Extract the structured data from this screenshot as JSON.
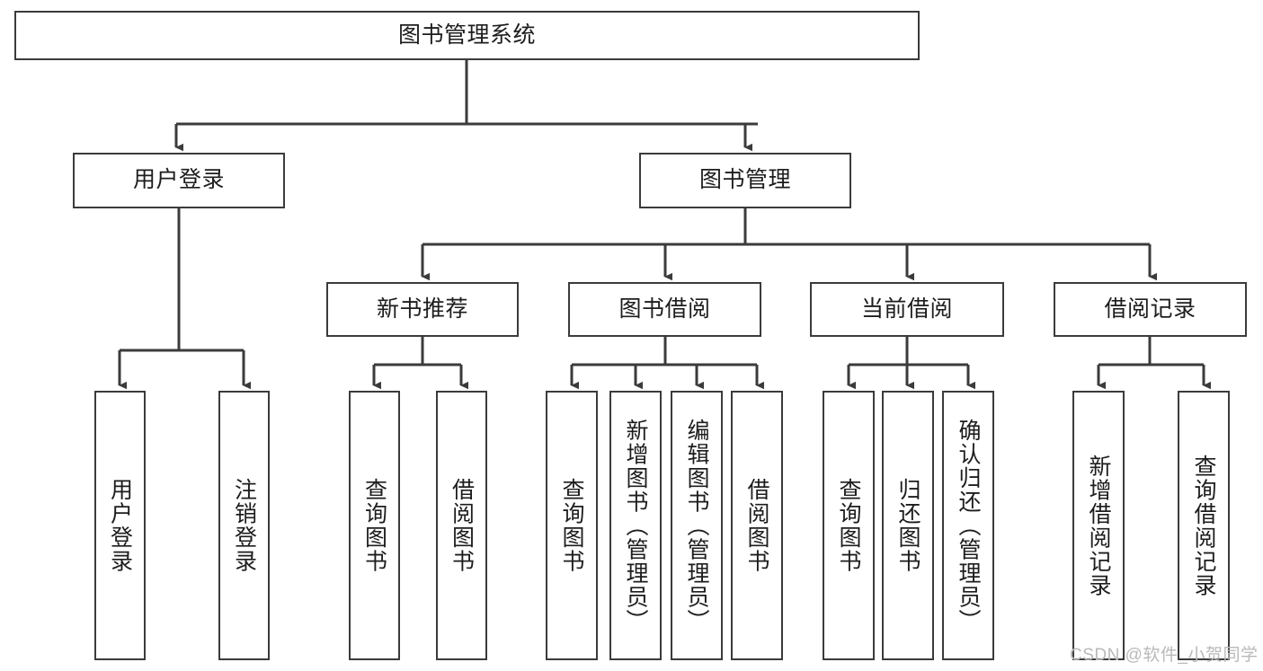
{
  "diagram": {
    "title": "图书管理系统",
    "type": "tree-hierarchy-chart",
    "line_color": "#3b3b3b",
    "box_fill": "#ffffff",
    "text_color": "#1d1d1d"
  },
  "nodes": {
    "root": {
      "label": "图书管理系统"
    },
    "level2": [
      {
        "label": "用户登录"
      },
      {
        "label": "图书管理"
      }
    ],
    "level3": [
      {
        "label": "新书推荐"
      },
      {
        "label": "图书借阅"
      },
      {
        "label": "当前借阅"
      },
      {
        "label": "借阅记录"
      }
    ],
    "leaves_user_login": [
      {
        "label": "用户登录"
      },
      {
        "label": "注销登录"
      }
    ],
    "leaves_new_book": [
      {
        "label": "查询图书"
      },
      {
        "label": "借阅图书"
      }
    ],
    "leaves_borrow": [
      {
        "label": "查询图书"
      },
      {
        "label": "新增图书（管理员）"
      },
      {
        "label": "编辑图书（管理员）"
      },
      {
        "label": "借阅图书"
      }
    ],
    "leaves_current": [
      {
        "label": "查询图书"
      },
      {
        "label": "归还图书"
      },
      {
        "label": "确认归还（管理员）"
      }
    ],
    "leaves_records": [
      {
        "label": "新增借阅记录"
      },
      {
        "label": "查询借阅记录"
      }
    ]
  },
  "watermark": {
    "text": "CSDN @软件_小贺同学"
  }
}
